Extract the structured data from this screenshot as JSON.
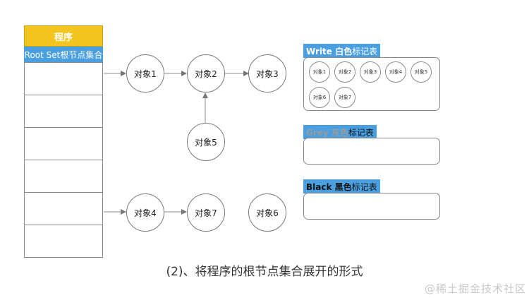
{
  "program": {
    "header": "程序",
    "root_set_label": "Root Set根节点集合",
    "cell_count": 6
  },
  "nodes": {
    "obj1": "对象1",
    "obj2": "对象2",
    "obj3": "对象3",
    "obj4": "对象4",
    "obj5": "对象5",
    "obj6": "对象6",
    "obj7": "对象7"
  },
  "tables": {
    "white": {
      "title_prefix": "Write 白色",
      "title_suffix": "标记表",
      "items": [
        "对象1",
        "对象2",
        "对象3",
        "对象4",
        "对象5",
        "对象6",
        "对象7"
      ]
    },
    "grey": {
      "title_prefix": "Grey 灰色",
      "title_suffix": "标记表"
    },
    "black": {
      "title_prefix": "Black 黑色",
      "title_suffix": "标记表"
    }
  },
  "caption": "(2)、将程序的根节点集合展开的形式",
  "watermark": "@稀土掘金技术社区",
  "colors": {
    "program_header": "#f2c521",
    "root_set": "#4a9fe0",
    "white_title_bg": "#4a9fe0",
    "grey_title_bg": "#4a9fe0",
    "grey_title_prefix_text": "#9a9a9a",
    "black_title_bg": "#4a9fe0"
  }
}
